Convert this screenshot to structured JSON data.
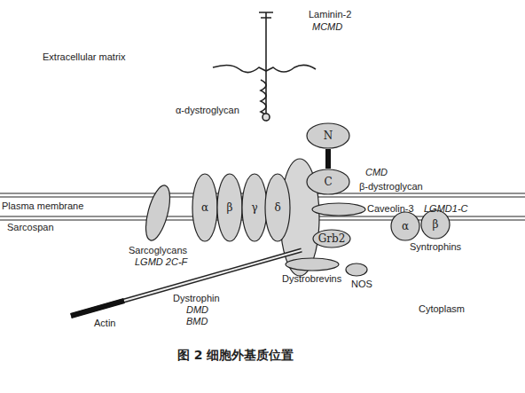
{
  "diagram": {
    "caption": "图 2   细胞外基质位置",
    "nodes": [
      {
        "text": [
          "N"
        ]
      },
      {
        "text": [
          "C"
        ]
      },
      {
        "text": [
          "α"
        ]
      },
      {
        "text": [
          "β"
        ]
      },
      {
        "text": [
          "γ"
        ]
      },
      {
        "text": [
          "δ"
        ]
      },
      {
        "text": [
          "α"
        ]
      },
      {
        "text": [
          "β"
        ]
      },
      {
        "text": [
          "Grb2"
        ]
      }
    ],
    "edges": [
      {
        "from": 0,
        "to": 1,
        "arrow": "none"
      }
    ],
    "labels": [
      "Extracellular matrix",
      "Laminin-2",
      "MCMD",
      "α-dystroglycan",
      "CMD",
      "β-dystroglycan",
      "Plasma membrane",
      "Caveolin-3",
      "LGMD1-C",
      "Sarcospan",
      "Sarcoglycans",
      "LGMD 2C-F",
      "Syntrophins",
      "NOS",
      "Dystrobrevins",
      "Dystrophin",
      "DMD",
      "BMD",
      "Actin",
      "Cytoplasm"
    ]
  }
}
